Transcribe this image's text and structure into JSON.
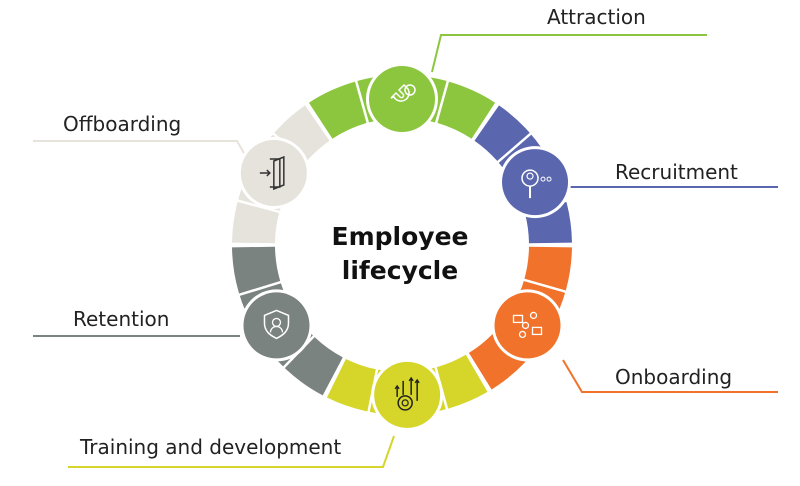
{
  "center": {
    "line1": "Employee",
    "line2": "lifecycle"
  },
  "stages": [
    {
      "label": "Attraction",
      "color": "#8cc63f",
      "icon": "magnet-icon"
    },
    {
      "label": "Recruitment",
      "color": "#5a66ae",
      "icon": "magnifier-people-icon"
    },
    {
      "label": "Onboarding",
      "color": "#f1722a",
      "icon": "team-collaboration-icon"
    },
    {
      "label": "Training and development",
      "color": "#d5d52a",
      "icon": "gear-growth-arrows-icon"
    },
    {
      "label": "Retention",
      "color": "#7a8380",
      "icon": "shield-person-icon"
    },
    {
      "label": "Offboarding",
      "color": "#e6e3dc",
      "icon": "exit-door-icon"
    }
  ]
}
